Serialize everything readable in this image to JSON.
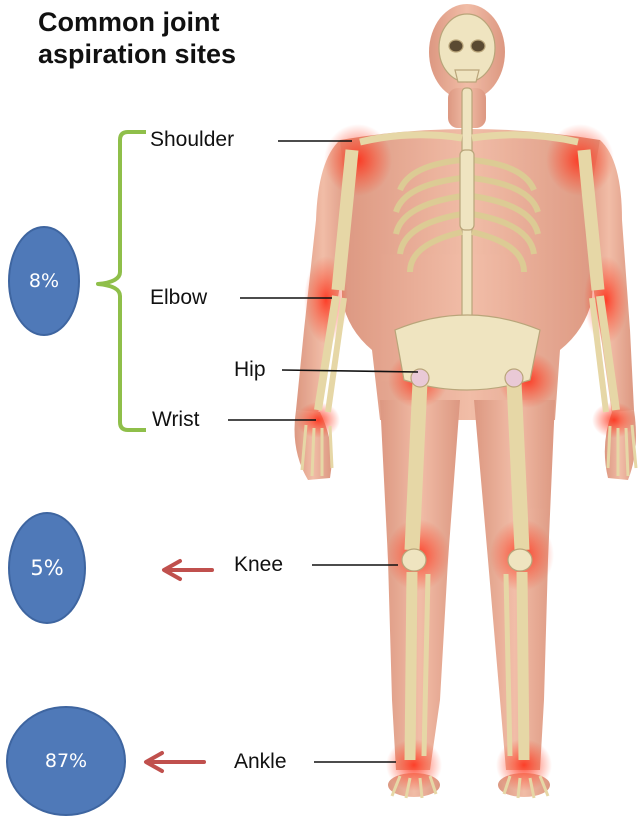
{
  "title_line1": "Common joint",
  "title_line2": "aspiration sites",
  "joints": {
    "shoulder": "Shoulder",
    "elbow": "Elbow",
    "hip": "Hip",
    "wrist": "Wrist",
    "knee": "Knee",
    "ankle": "Ankle"
  },
  "percentages": {
    "upper_group": "8%",
    "knee": "5%",
    "ankle": "87%"
  },
  "colors": {
    "bubble_fill": "#4f79b8",
    "bracket": "#8fbf4a",
    "arrow": "#c0504d",
    "inflammation": "#e8362a",
    "skin": "#e8a58c",
    "bone": "#efe4c0"
  }
}
